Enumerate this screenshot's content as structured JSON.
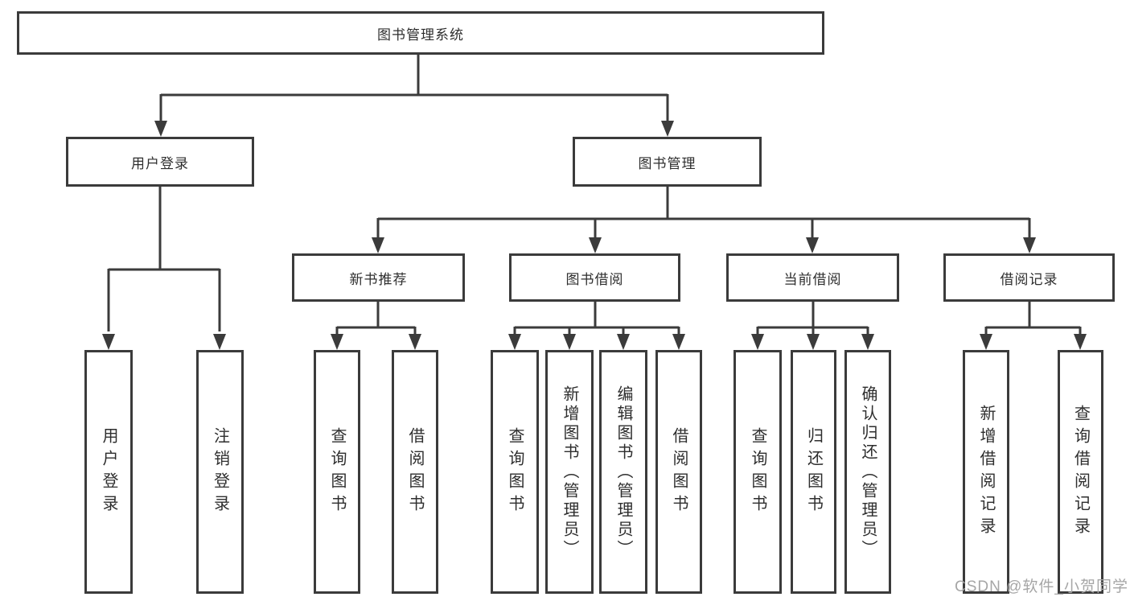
{
  "root": {
    "label": "图书管理系统"
  },
  "branches": {
    "user_login": {
      "label": "用户登录",
      "children": {
        "login": {
          "label": "用户登录"
        },
        "logout": {
          "label": "注销登录"
        }
      }
    },
    "book_management": {
      "label": "图书管理",
      "children": {
        "new_book_recommend": {
          "label": "新书推荐",
          "children": {
            "query_books": {
              "label": "查询图书"
            },
            "borrow_books": {
              "label": "借阅图书"
            }
          }
        },
        "book_borrowing": {
          "label": "图书借阅",
          "children": {
            "query_books": {
              "label": "查询图书"
            },
            "add_books_admin": {
              "label": "新增图书（管理员）"
            },
            "edit_books_admin": {
              "label": "编辑图书（管理员）"
            },
            "borrow_books": {
              "label": "借阅图书"
            }
          }
        },
        "current_borrowing": {
          "label": "当前借阅",
          "children": {
            "query_books": {
              "label": "查询图书"
            },
            "return_books": {
              "label": "归还图书"
            },
            "confirm_return_admin": {
              "label": "确认归还（管理员）"
            }
          }
        },
        "borrowing_records": {
          "label": "借阅记录",
          "children": {
            "add_borrow_record": {
              "label": "新增借阅记录"
            },
            "query_borrow_record": {
              "label": "查询借阅记录"
            }
          }
        }
      }
    }
  },
  "colors": {
    "line": "#3b3b3b",
    "text": "#2e2e2e",
    "watermark": "#a6a6a6"
  },
  "watermark": {
    "text": "CSDN @软件_小贺同学"
  }
}
